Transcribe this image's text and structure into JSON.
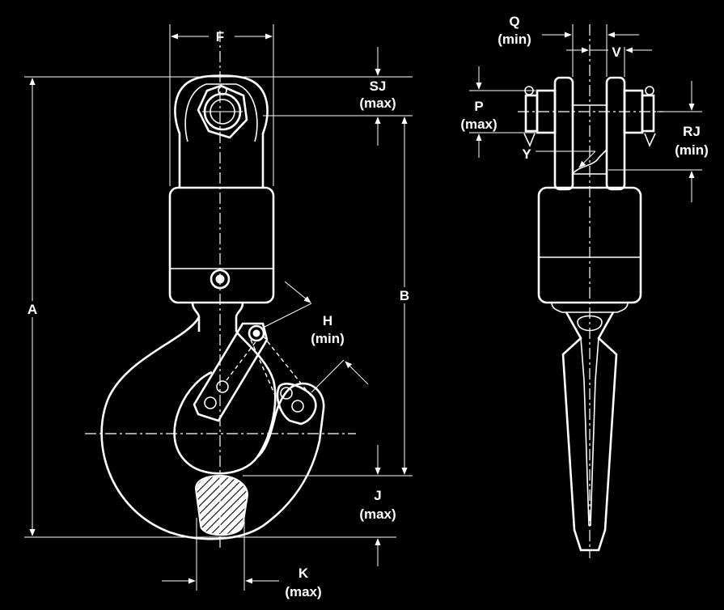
{
  "labels": {
    "F": "F",
    "SJ": "SJ",
    "SJ_sub": "(max)",
    "A": "A",
    "B": "B",
    "H": "H",
    "H_sub": "(min)",
    "J": "J",
    "J_sub": "(max)",
    "K": "K",
    "K_sub": "(max)",
    "Q": "Q",
    "Q_sub": "(min)",
    "V": "V",
    "P": "P",
    "P_sub": "(max)",
    "RJ": "RJ",
    "RJ_sub": "(min)",
    "Y": "Y"
  },
  "colors": {
    "background": "#000000",
    "ink": "#ffffff"
  }
}
